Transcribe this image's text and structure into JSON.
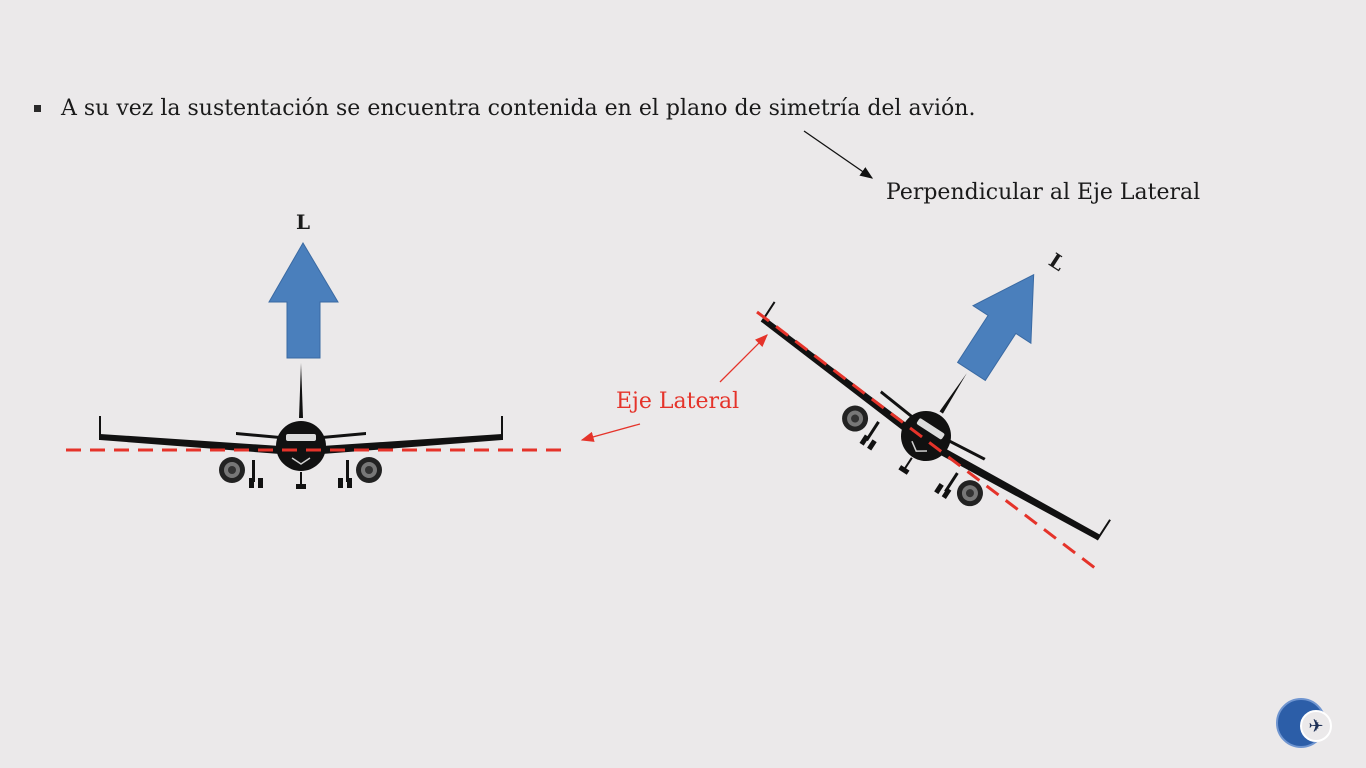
{
  "slide": {
    "bullet_text": "A su vez la sustentación se encuentra contenida en el plano de simetría del avión.",
    "callout_text": "Perpendicular al Eje Lateral",
    "lift_label_left": "L",
    "lift_label_right": "L",
    "axis_label": "Eje Lateral"
  },
  "colors": {
    "lift_arrow": "#4a7fbc",
    "axis_line": "#e5332a",
    "aircraft": "#111111",
    "background": "#ebe9ea"
  },
  "icons": {
    "logo": "airplane-logo-icon",
    "bullet": "square-bullet-icon"
  }
}
